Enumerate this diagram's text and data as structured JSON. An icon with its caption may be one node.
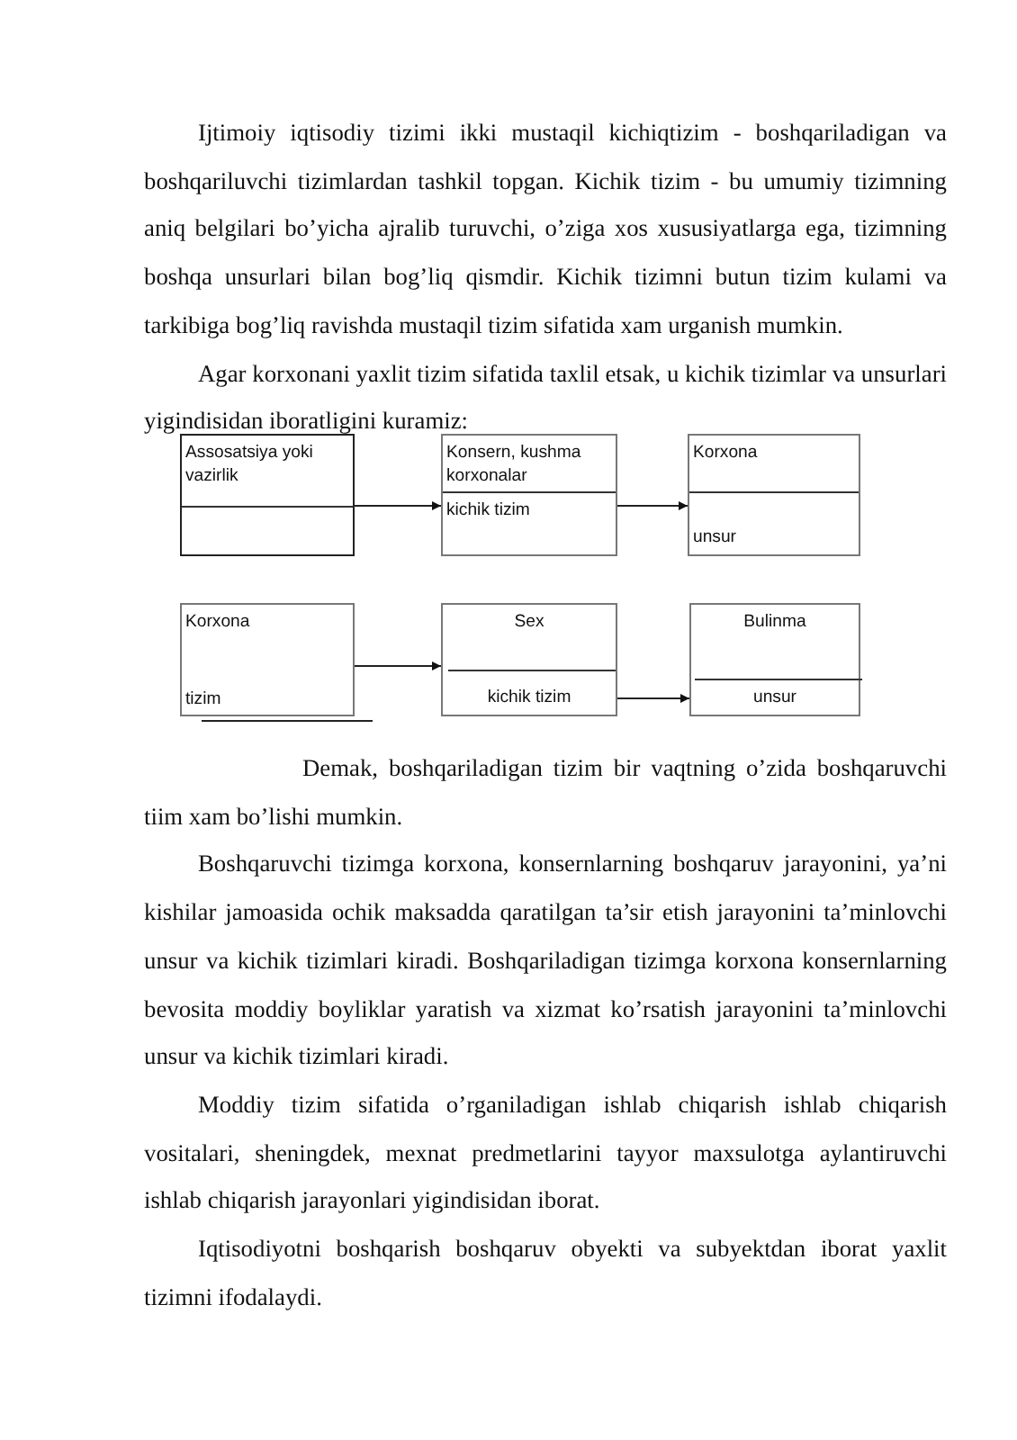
{
  "diagram": {
    "nodes": [
      {
        "text": [
          "Assosatsiya yoki vazirlik"
        ]
      },
      {
        "text": [
          "Konsern, kushma korxonalar",
          "kichik tizim"
        ]
      },
      {
        "text": [
          "Korxona",
          "unsur"
        ]
      },
      {
        "text": [
          "Korxona",
          "tizim"
        ]
      },
      {
        "text": [
          "Sex",
          "kichik tizim"
        ]
      },
      {
        "text": [
          "Bulinma",
          "unsur"
        ]
      }
    ],
    "edges": [
      {
        "from": 0,
        "to": 1,
        "arrow": "to"
      },
      {
        "from": 1,
        "to": 2,
        "arrow": "to"
      },
      {
        "from": 3,
        "to": 4,
        "arrow": "to"
      },
      {
        "from": 4,
        "to": 5,
        "arrow": "to"
      }
    ],
    "labels": [
      "Ijtimoiy iqtisodiy tizimi ikki mustaqil kichiqtizim - boshqariladigan va boshqariluvchi tizimlardan tashkil topgan. Kichik tizim - bu umumiy tizimning aniq belgilari bo’yicha ajralib turuvchi, o’ziga xos xususiyatlarga ega, tizimning boshqa unsurlari bilan bog’liq qismdir. Kichik tizimni butun tizim kulami va tarkibiga bog’liq ravishda mustaqil tizim sifatida xam urganish mumkin.",
      "Agar korxonani yaxlit tizim sifatida taxlil etsak, u kichik tizimlar va unsurlari yigindisidan iboratligini kuramiz:",
      "Demak, boshqariladigan tizim bir vaqtning o’zida boshqaruvchi tiim xam bo’lishi mumkin.",
      "Boshqaruvchi tizimga korxona, konsernlarning boshqaruv jarayonini, ya’ni kishilar jamoasida ochik maksadda qaratilgan ta’sir etish jarayonini ta’minlovchi unsur va kichik tizimlari kiradi. Boshqariladigan tizimga korxona konsernlarning bevosita moddiy boyliklar yaratish va xizmat ko’rsatish jarayonini ta’minlovchi unsur va kichik tizimlari kiradi.",
      "Moddiy tizim sifatida o’rganiladigan ishlab chiqarish ishlab chiqarish vositalari, sheningdek, mexnat predmetlarini tayyor maxsulotga aylantiruvchi ishlab chiqarish jarayonlari yigindisidan iborat.",
      "Iqtisodiyotni boshqarish boshqaruv obyekti va subyektdan iborat yaxlit tizimni ifodalaydi."
    ]
  }
}
